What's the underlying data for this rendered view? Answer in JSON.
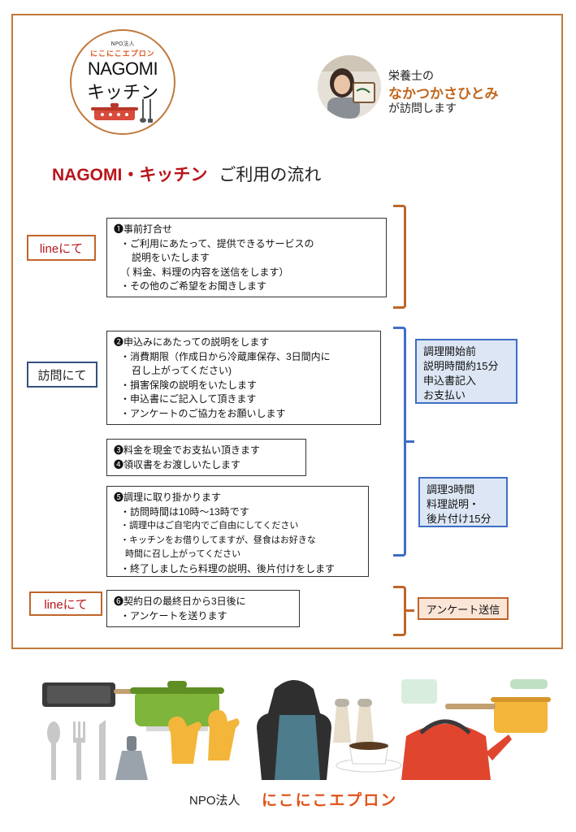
{
  "logo": {
    "npo": "NPO法人",
    "brand": "にこにこエプロン",
    "name": "NAGOMI",
    "kitchen": "キッチン"
  },
  "nutritionist": {
    "role": "栄養士の",
    "name": "なかつかさひとみ",
    "visit": "が訪問します"
  },
  "heading": {
    "brand": "NAGOMI・キッチン",
    "title": "ご利用の流れ"
  },
  "tags": {
    "line1": "lineにて",
    "visit": "訪問にて",
    "line2": "lineにて"
  },
  "steps": {
    "s1": {
      "title": "❶事前打合せ",
      "l1": "・ご利用にあたって、提供できるサービスの",
      "l2": "説明をいたします",
      "l3": "（ 料金、料理の内容を送信をします）",
      "l4": "・その他のご希望をお聞きします"
    },
    "s2": {
      "title": "❷申込みにあたっての説明をします",
      "l1": "・消費期限（作成日から冷蔵庫保存、3日間内に",
      "l2": "召し上がってください)",
      "l3": "・損害保険の説明をいたします",
      "l4": "・申込書にご記入して頂きます",
      "l5": "・アンケートのご協力をお願いします"
    },
    "s34": {
      "l1": "❸料金を現金でお支払い頂きます",
      "l2": "❹領収書をお渡しいたします"
    },
    "s5": {
      "title": "❺調理に取り掛かります",
      "l1": "・訪問時間は10時～13時です",
      "l2": "・調理中はご自宅内でご自由にしてください",
      "l3": "・キッチンをお借りしてますが、昼食はお好きな",
      "l4": "時間に召し上がってください",
      "l5": "・終了しましたら料理の説明、後片付けをします"
    },
    "s6": {
      "title": "❻契約日の最終日から3日後に",
      "l1": "・アンケートを送ります"
    }
  },
  "info": {
    "pre": {
      "l1": "調理開始前",
      "l2": "説明時間約15分",
      "l3": "申込書記入",
      "l4": "お支払い"
    },
    "cook": {
      "l1": "調理3時間",
      "l2": "料理説明・",
      "l3": "後片付け15分"
    },
    "survey": "アンケート送信"
  },
  "footer": {
    "npo": "NPO法人",
    "brand": "にこにこエプロン"
  },
  "colors": {
    "frame": "#c07a3c",
    "heading_red": "#b8151b",
    "bracket_orange": "#c0652a",
    "bracket_blue": "#3f6ec4",
    "info_blue_bg": "#dce6f4",
    "info_orange_bg": "#fbe5d6"
  },
  "icons": [
    "pot-icon",
    "ladle-icon",
    "avatar-photo",
    "kitchen-illustration"
  ]
}
